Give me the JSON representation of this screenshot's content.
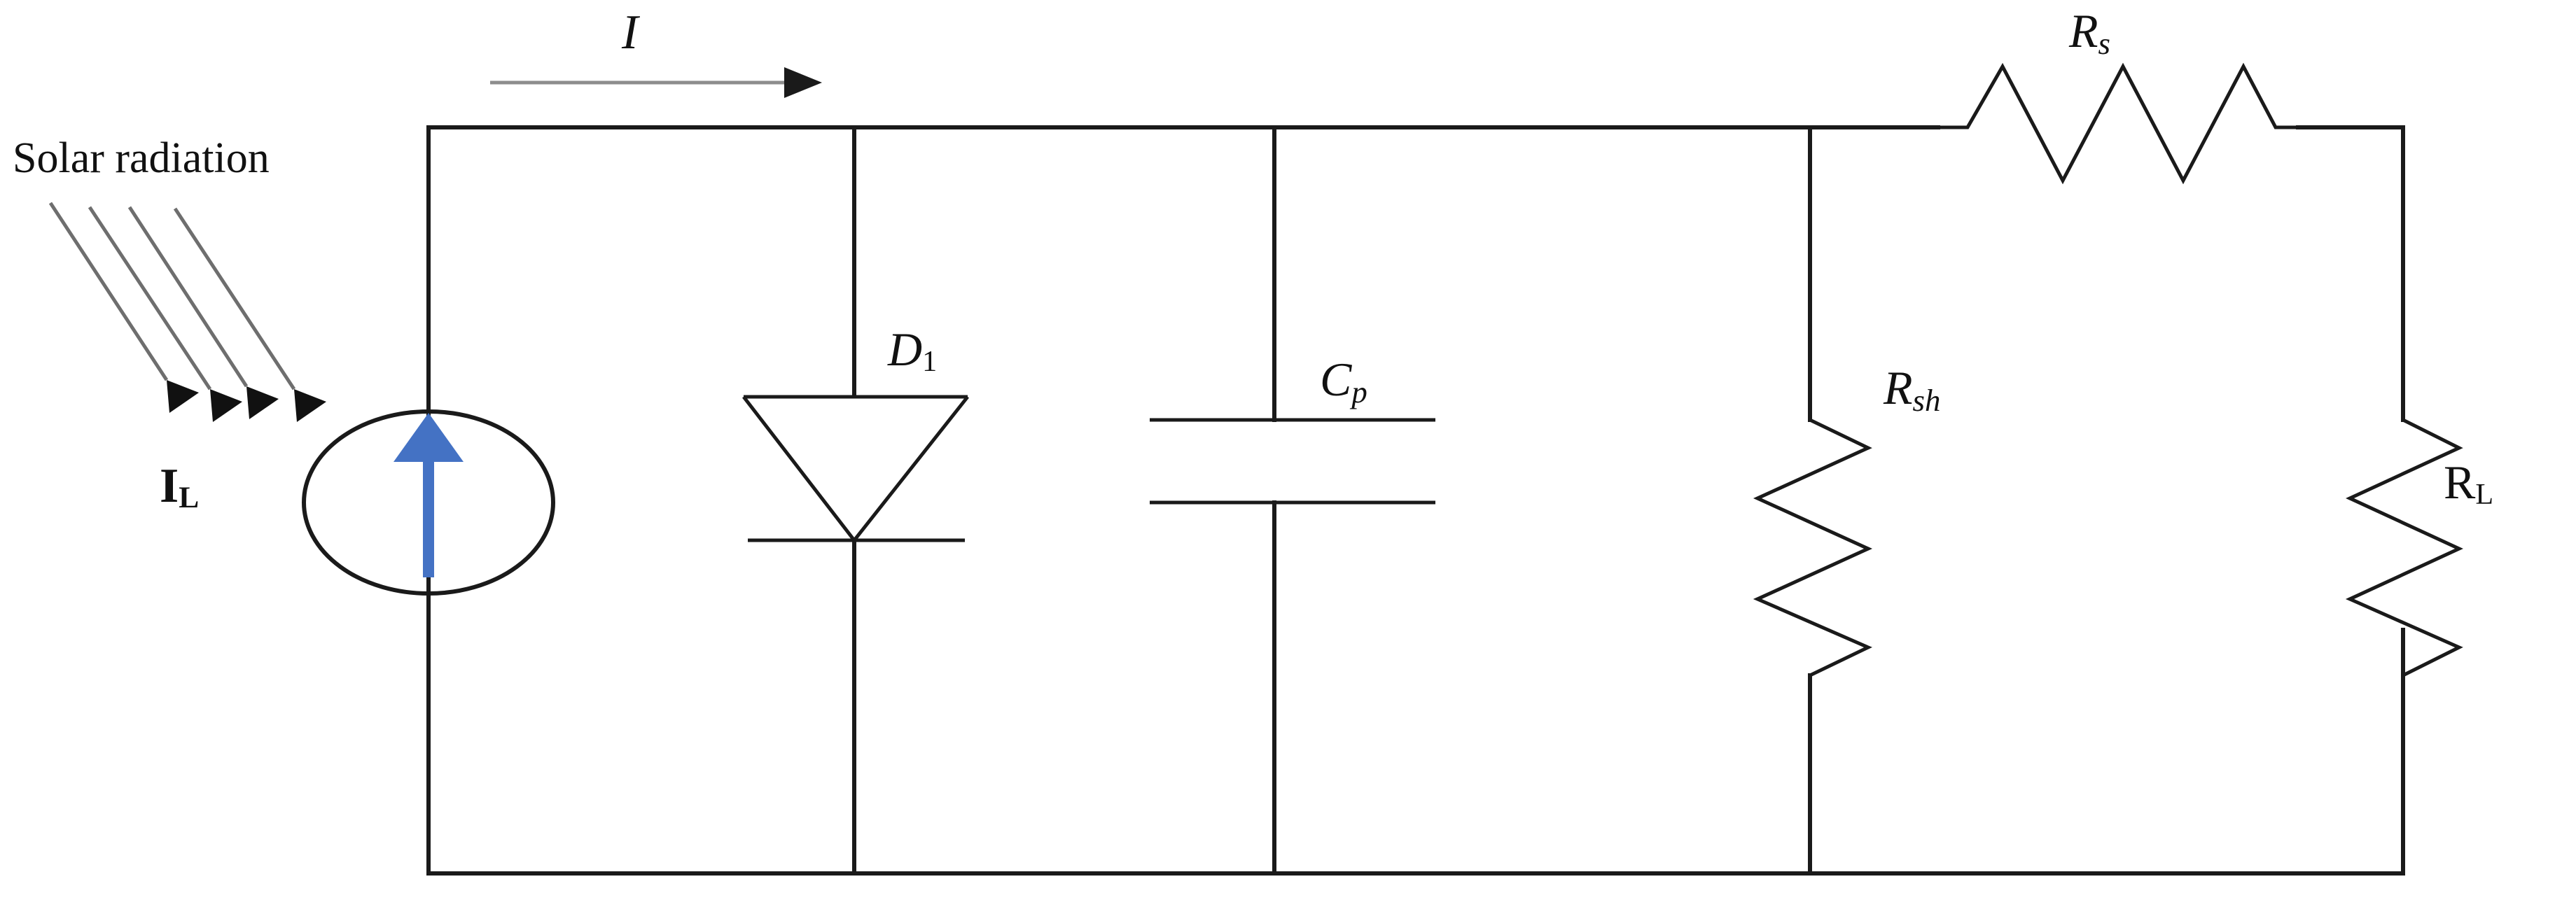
{
  "figure": {
    "type": "circuit-schematic",
    "description": "Single-diode photovoltaic cell equivalent circuit with parallel capacitance",
    "background_color": "#ffffff",
    "line_color": "#1a1a1a",
    "ray_color": "#6e6e6e",
    "accent_color": "#4472c4"
  },
  "labels": {
    "solar_radiation": "Solar radiation",
    "photocurrent_source": {
      "symbol": "I",
      "subscript": "L"
    },
    "terminal_current": {
      "symbol": "I"
    },
    "diode": {
      "symbol": "D",
      "subscript": "1"
    },
    "capacitor": {
      "symbol": "C",
      "subscript": "p"
    },
    "shunt_resistor": {
      "symbol": "R",
      "subscript": "sh"
    },
    "series_resistor": {
      "symbol": "R",
      "subscript": "s"
    },
    "load_resistor": {
      "symbol": "R",
      "subscript": "L"
    }
  },
  "components": [
    {
      "name": "current-source",
      "label": "I_L",
      "kind": "ellipse-source",
      "orientation": "vertical",
      "arrow_direction": "up",
      "arrow_color": "#4472c4"
    },
    {
      "name": "diode",
      "label": "D_1",
      "kind": "diode",
      "orientation": "vertical",
      "polarity": "cathode-down"
    },
    {
      "name": "capacitor",
      "label": "C_p",
      "kind": "capacitor",
      "orientation": "vertical",
      "plates": 2
    },
    {
      "name": "shunt-resistor",
      "label": "R_sh",
      "kind": "resistor",
      "orientation": "vertical",
      "zigzag_peaks": 3
    },
    {
      "name": "series-resistor",
      "label": "R_s",
      "kind": "resistor",
      "orientation": "horizontal",
      "zigzag_peaks": 3
    },
    {
      "name": "load-resistor",
      "label": "R_L",
      "kind": "resistor",
      "orientation": "vertical",
      "zigzag_peaks": 3
    }
  ],
  "annotations": {
    "solar_rays": {
      "count": 4,
      "direction": "down-right",
      "arrowheads": true
    },
    "current_arrow": {
      "direction": "right",
      "label": "I",
      "color": "#8d8d8d"
    }
  }
}
